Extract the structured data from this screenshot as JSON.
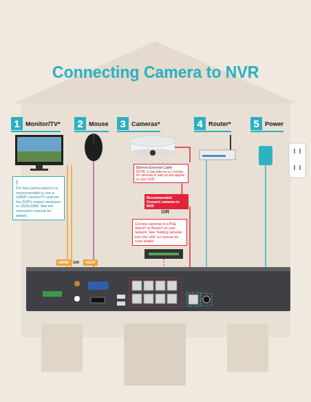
{
  "diagram": {
    "title": "Connecting Camera to NVR",
    "nodes": [
      {
        "text": [
          "1",
          "Monitor/TV*"
        ]
      },
      {
        "text": [
          "2",
          "Mouse"
        ]
      },
      {
        "text": [
          "3",
          "Cameras*"
        ]
      },
      {
        "text": [
          "4",
          "Router*"
        ]
      },
      {
        "text": [
          "5",
          "Power"
        ]
      },
      {
        "text": [
          "!",
          "For best performance it is recommended to use a 1080P monitor/TV and set the DVR's output resolution to 1920x1080. See the instruction manual for details."
        ]
      },
      {
        "text": [
          "Ethernet Extension Cable",
          "NOTE: It may take up to 1 minute for cameras to start up and appear on your NVR."
        ]
      },
      {
        "text": [
          "Recommended: Connect cameras to NVR"
        ]
      },
      {
        "text": [
          "Connect cameras to a PoE Switch* or Router* on your network. See \"Adding cameras from the LAN\" on reverse for more details."
        ]
      },
      {
        "text": [
          "HDMI"
        ]
      },
      {
        "text": [
          "VGA*"
        ]
      }
    ],
    "edges": [
      {
        "from": 6,
        "to": 7,
        "arrow": "none"
      }
    ],
    "labels": [
      "OR",
      "OR"
    ]
  }
}
